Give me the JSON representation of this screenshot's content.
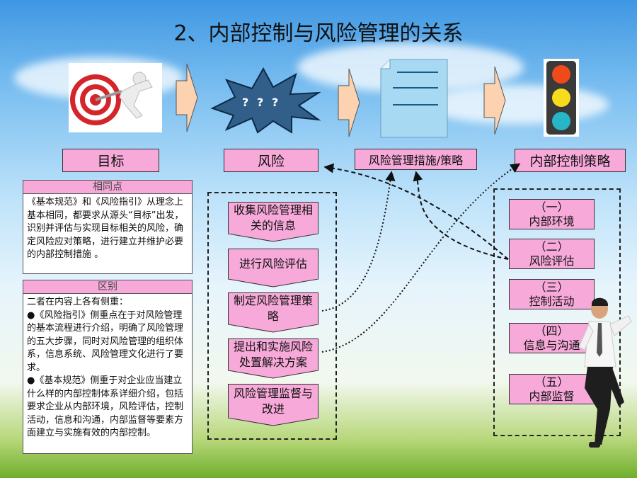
{
  "title": "2、内部控制与风险管理的关系",
  "star_text": [
    "?",
    "?",
    "?"
  ],
  "headers": {
    "target": "目标",
    "risk": "风险",
    "measures": "风险管理措施/策略",
    "control": "内部控制策略"
  },
  "similarity": {
    "heading": "相同点",
    "body": "《基本规范》和《风险指引》从理念上基本相同，都要求从源头“目标”出发，识别并评估与实现目标相关的风险，确定风险应对策略，进行建立并维护必要的内部控制措施 。"
  },
  "difference": {
    "heading": "区别",
    "lines": [
      "二者在内容上各有侧重：",
      "●《风险指引》侧重点在于对风险管理的基本流程进行介绍，明确了风险管理的五大步骤，同时对风险管理的组织体系，信息系统、风险管理文化进行了要求。",
      "●《基本规范》侧重于对企业应当建立什么样的内部控制体系详细介绍，包括要求企业从内部环境，风险评估，控制活动，信息和沟通，内部监督等要素方面建立与实施有效的内部控制。"
    ]
  },
  "risk_steps": [
    "收集风险管理相关的信息",
    "进行风险评估",
    "制定风险管理策略",
    "提出和实施风险处置解决方案",
    "风险管理监督与改进"
  ],
  "control_elements": [
    {
      "num": "（一）",
      "label": "内部环境"
    },
    {
      "num": "（二）",
      "label": "风险评估"
    },
    {
      "num": "（三）",
      "label": "控制活动"
    },
    {
      "num": "（四）",
      "label": "信息与沟通"
    },
    {
      "num": "（五）",
      "label": "内部监督"
    }
  ],
  "colors": {
    "pink": "#f7a9d9",
    "arrow": "#fcd2b0",
    "star": "#315f8a",
    "doc": "#a8d9f2"
  }
}
